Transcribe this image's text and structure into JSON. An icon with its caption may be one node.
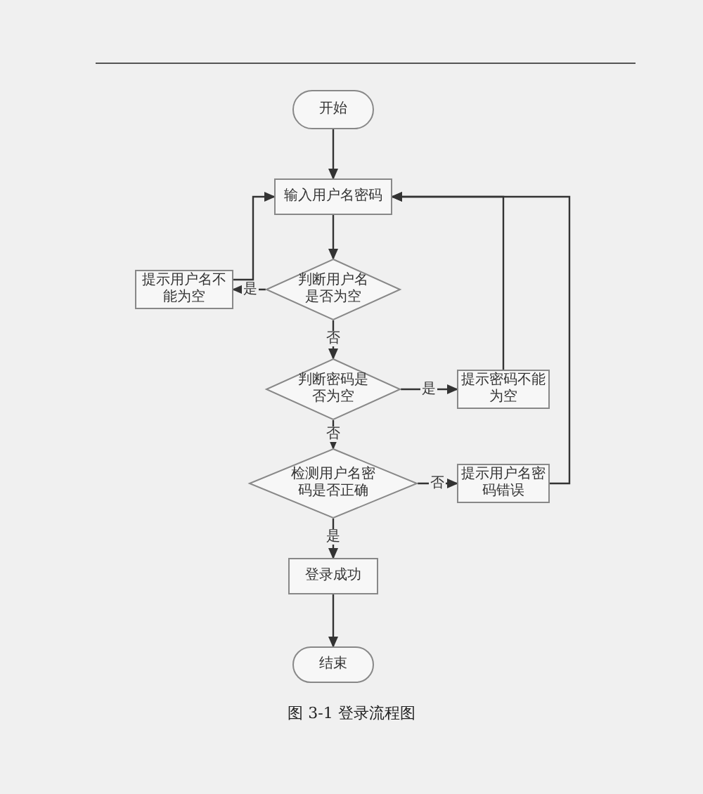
{
  "diagram": {
    "caption": "图 3-1 登录流程图",
    "nodes": [
      {
        "text": [
          "开始"
        ]
      },
      {
        "text": [
          "输入用户名密码"
        ]
      },
      {
        "text": [
          "判断用户名是否为空"
        ]
      },
      {
        "text": [
          "提示用户名不能为空"
        ]
      },
      {
        "text": [
          "判断密码是否为空"
        ]
      },
      {
        "text": [
          "提示密码不能为空"
        ]
      },
      {
        "text": [
          "检测用户名密码是否正确"
        ]
      },
      {
        "text": [
          "提示用户名密码错误"
        ]
      },
      {
        "text": [
          "登录成功"
        ]
      },
      {
        "text": [
          "结束"
        ]
      }
    ],
    "edges": [
      {
        "from": 0,
        "to": 1,
        "arrow": "to"
      },
      {
        "from": 1,
        "to": 2,
        "arrow": "to"
      },
      {
        "from": 2,
        "to": 3,
        "arrow": "to",
        "label": "是"
      },
      {
        "from": 3,
        "to": 1,
        "arrow": "to"
      },
      {
        "from": 2,
        "to": 4,
        "arrow": "to",
        "label": "否"
      },
      {
        "from": 4,
        "to": 5,
        "arrow": "to",
        "label": "是"
      },
      {
        "from": 5,
        "to": 1,
        "arrow": "to"
      },
      {
        "from": 4,
        "to": 6,
        "arrow": "to",
        "label": "否"
      },
      {
        "from": 6,
        "to": 7,
        "arrow": "to",
        "label": "否"
      },
      {
        "from": 7,
        "to": 1,
        "arrow": "to"
      },
      {
        "from": 6,
        "to": 8,
        "arrow": "to",
        "label": "是"
      },
      {
        "from": 8,
        "to": 9,
        "arrow": "to"
      }
    ]
  }
}
